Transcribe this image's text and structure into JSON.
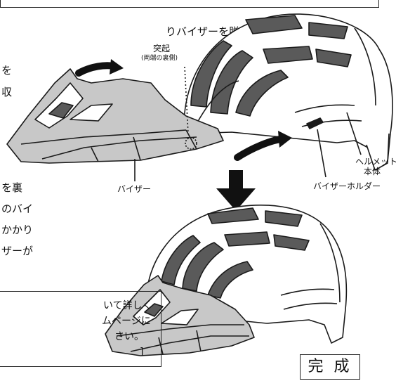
{
  "instruction": {
    "line1": "りバイザーを脱着できます。",
    "frag1": "を",
    "frag2": "収",
    "frag3": "を裏",
    "frag4": "のバイ",
    "frag5": "かかり",
    "frag6": "ザーが"
  },
  "labels": {
    "protrusion": "突起",
    "protrusion_note": "(両端の裏側)",
    "visor": "バイザー",
    "helmet_body_line1": "ヘルメット",
    "helmet_body_line2": "本体",
    "visor_holder": "バイザーホルダー"
  },
  "note": {
    "line1": "いて詳しく",
    "line2": "ムページに",
    "line3": "さい。",
    "line4": "]"
  },
  "done_label": "完 成",
  "colors": {
    "visor_fill": "#c8c8c8",
    "helmet_fill": "#ffffff",
    "vent_fill": "#5a5a5a",
    "stroke": "#1a1a1a"
  }
}
